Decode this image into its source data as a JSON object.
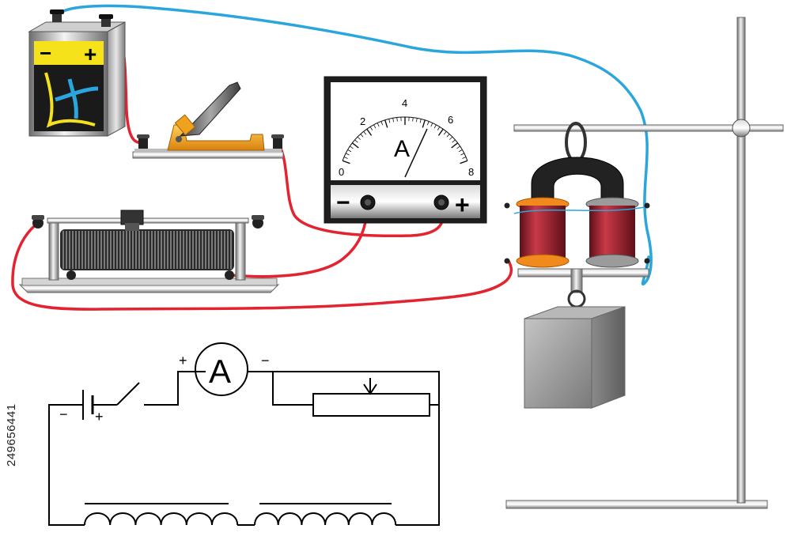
{
  "battery": {
    "minus_label": "−",
    "plus_label": "+"
  },
  "ammeter": {
    "scale": [
      "0",
      "2",
      "4",
      "6",
      "8"
    ],
    "unit": "A",
    "minus_label": "−",
    "plus_label": "+"
  },
  "schematic": {
    "battery_minus": "−",
    "battery_plus": "+",
    "ammeter_symbol": "A",
    "ammeter_plus": "+",
    "ammeter_minus": "−"
  },
  "stock_id": "249656441",
  "colors": {
    "wire_red": "#e3232f",
    "wire_blue": "#2ba6dc",
    "coil_copper": "#9b1c2a",
    "coil_flange": "#f08a1c",
    "switch_brass": "#f0a21e",
    "battery_label": "#f5e21a",
    "metal_gray": "#9a9a9a",
    "load_block": "#8e8e8e"
  }
}
